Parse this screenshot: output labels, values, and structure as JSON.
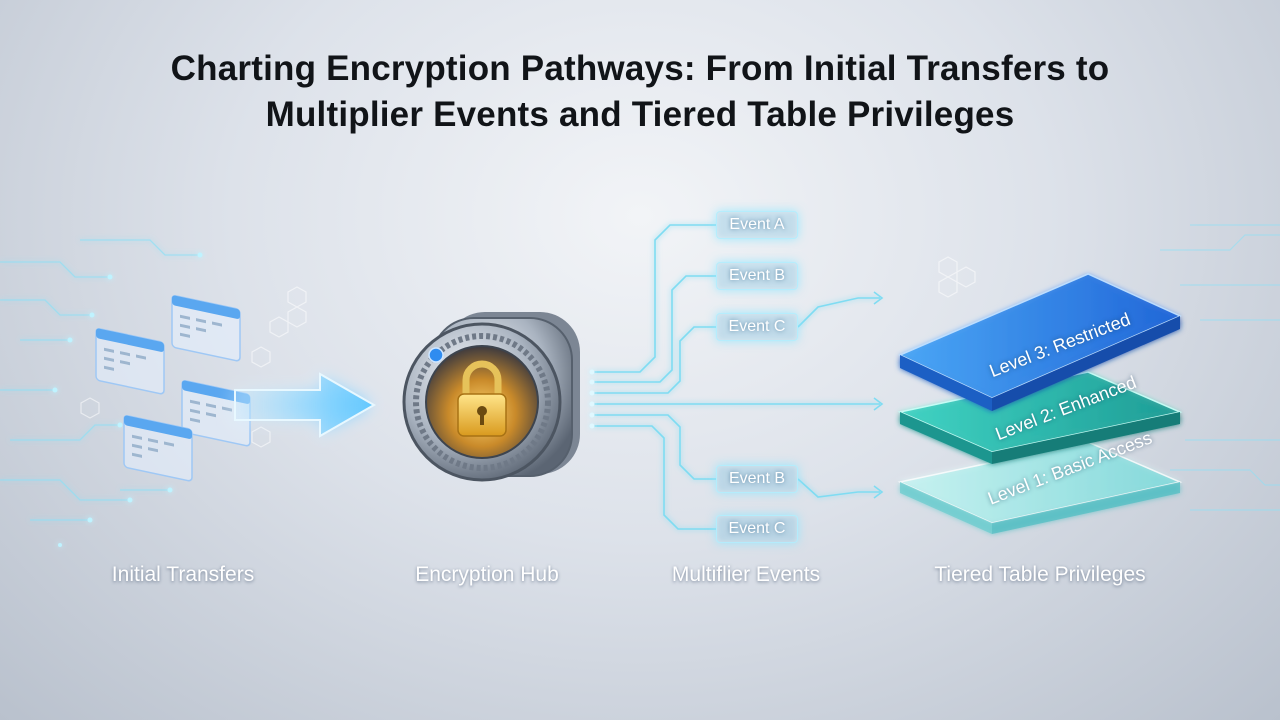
{
  "title": {
    "line1": "Charting Encryption Pathways: From Initial Transfers to",
    "line2": "Multiplier Events and Tiered Table Privileges"
  },
  "stages": [
    {
      "label": "Initial Transfers"
    },
    {
      "label": "Encryption Hub"
    },
    {
      "label": "Multiflier Events"
    },
    {
      "label": "Tiered Table Privileges"
    }
  ],
  "events": {
    "upper": [
      "Event A",
      "Event B",
      "Event C"
    ],
    "lower": [
      "Event B",
      "Event C"
    ]
  },
  "tiers": [
    {
      "label": "Level 3: Restricted",
      "color": "#2f7fe6"
    },
    {
      "label": "Level 2: Enhanced",
      "color": "#26b3a8"
    },
    {
      "label": "Level 1: Basic Access",
      "color": "#8fe3e3"
    }
  ],
  "icons": {
    "hub": "padlock-vault-icon",
    "documents": "data-card-icon",
    "arrow": "glowing-arrow-icon"
  },
  "colors": {
    "title": "#111418",
    "circuit": "#7fdcf2",
    "lock": "#e8b83a"
  }
}
